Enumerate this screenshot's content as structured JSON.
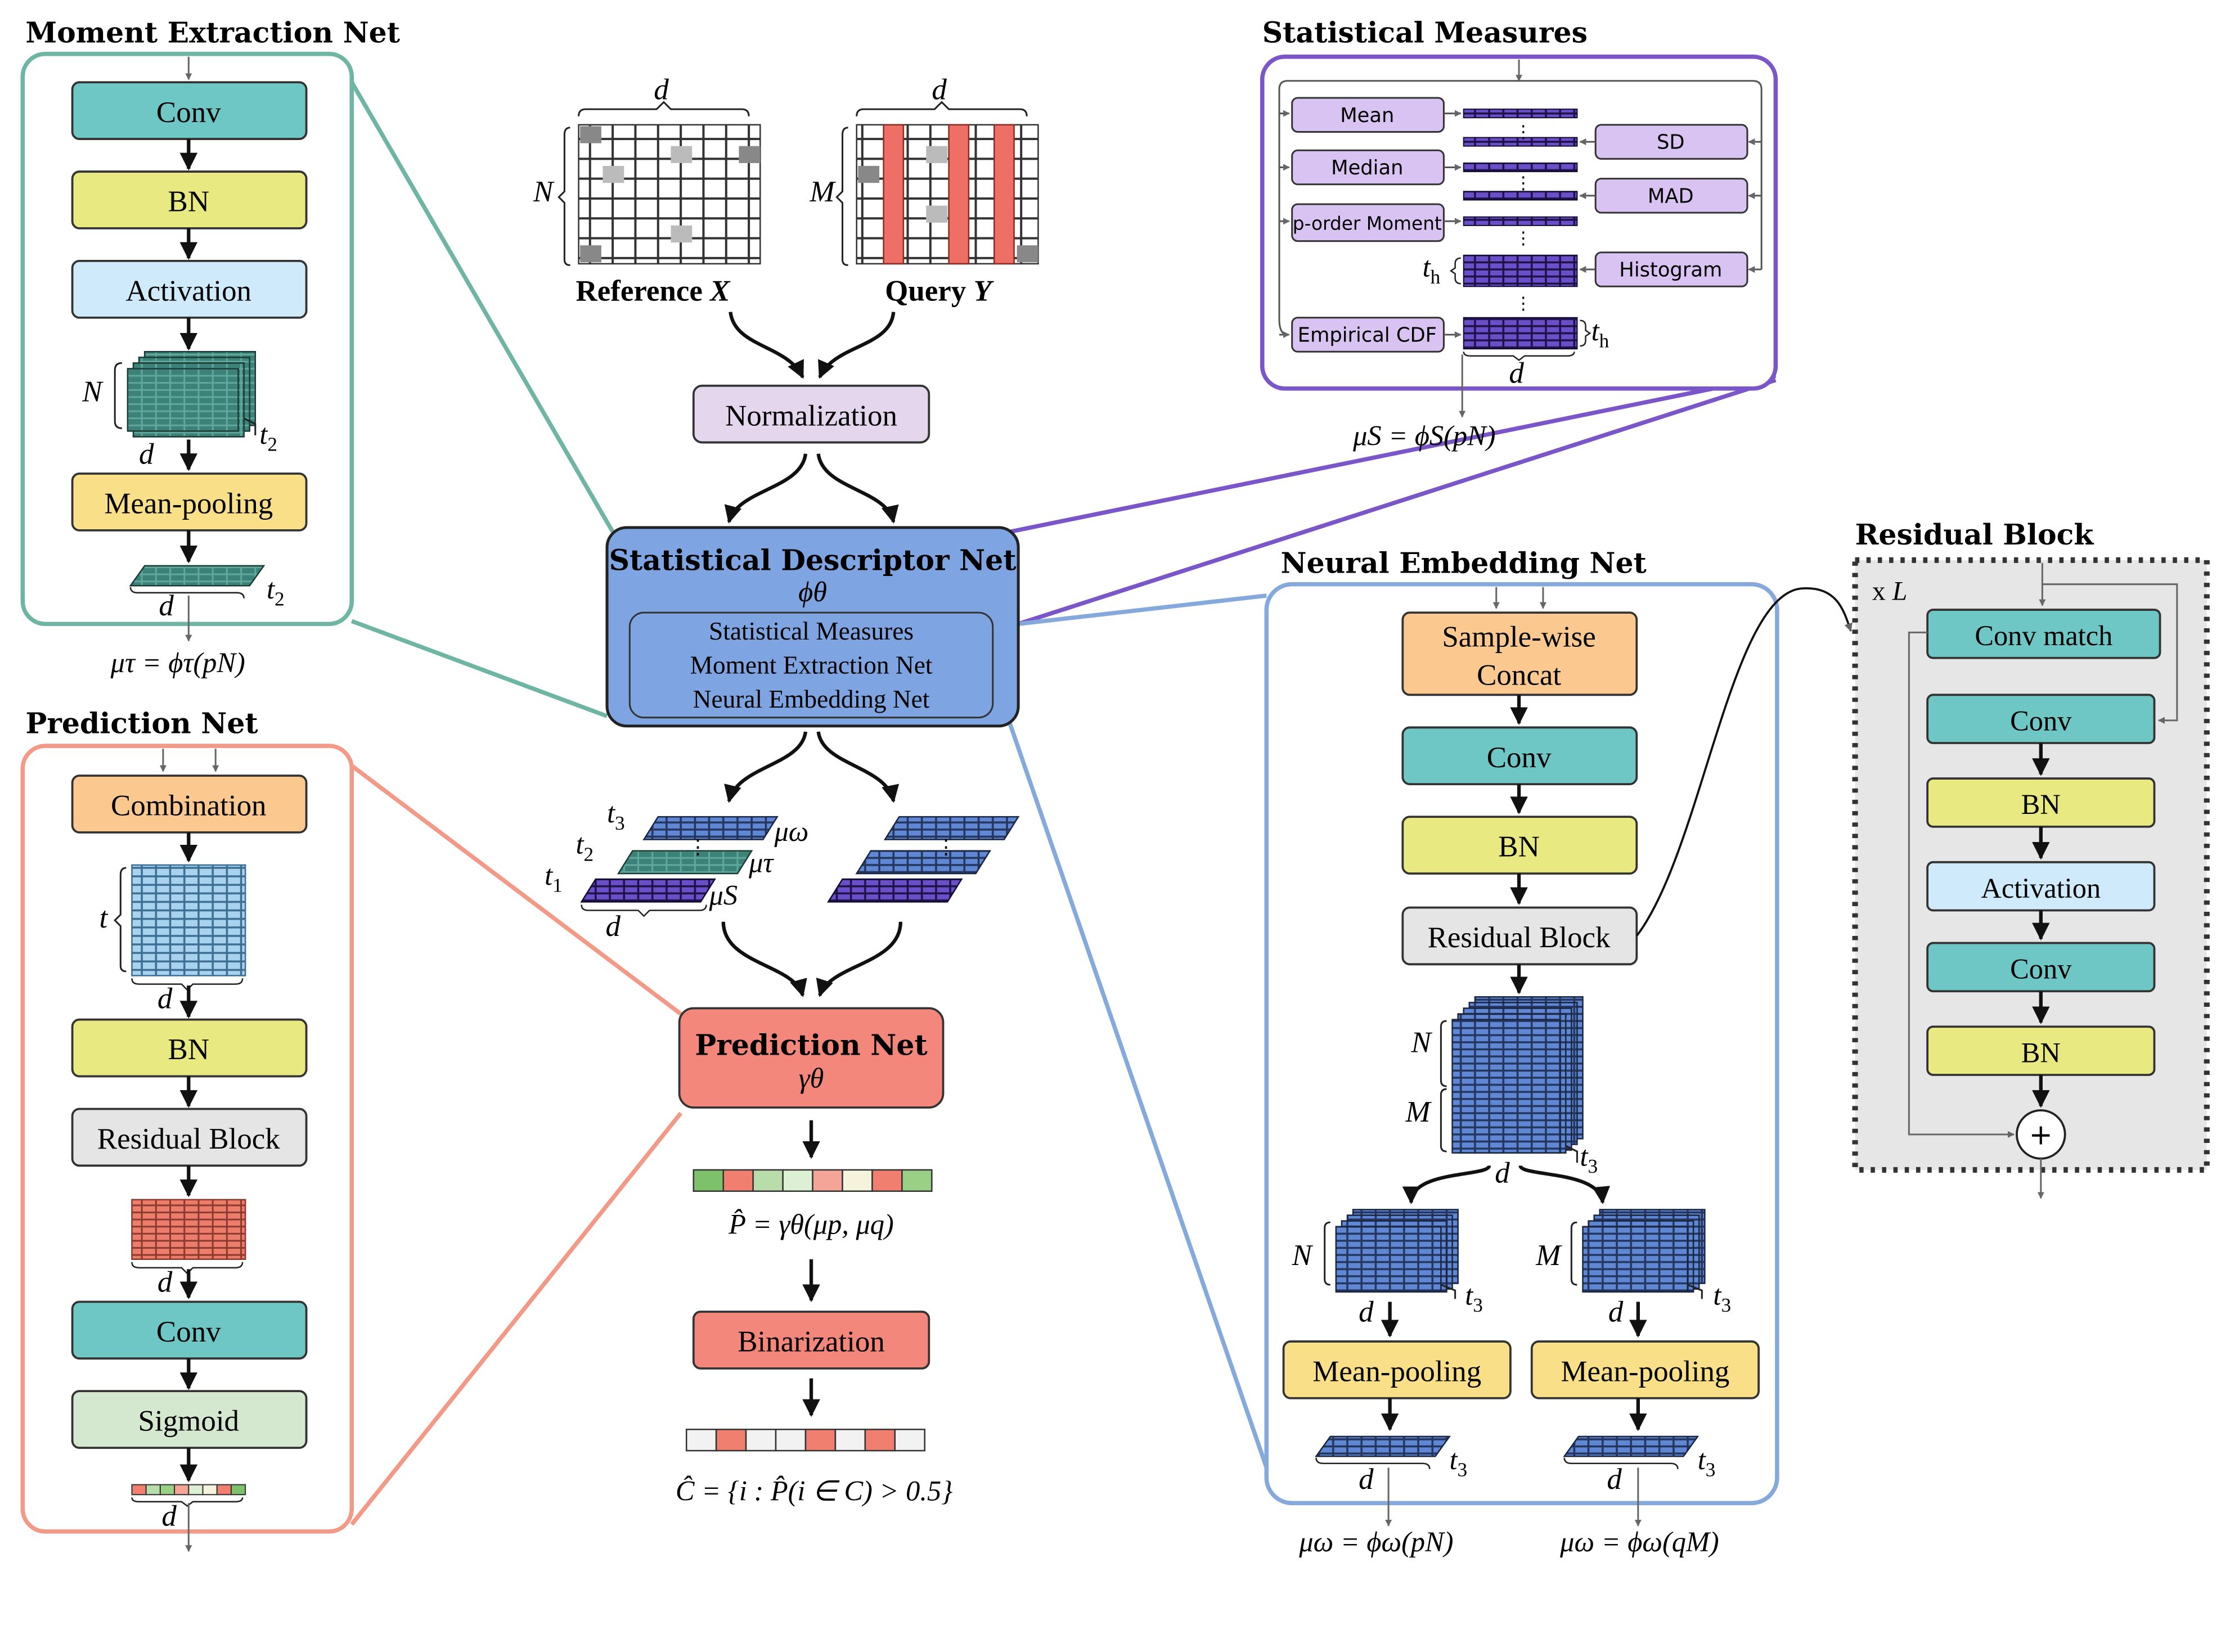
{
  "colors": {
    "teal": "#6ec7c5",
    "yellow": "#e9e982",
    "lightblue": "#cfeafb",
    "orange": "#fbc98f",
    "gold": "#f9df87",
    "gray": "#e5e5e5",
    "green": "#d4e8cf",
    "lavender": "#e4d6ed",
    "violet": "#d9c3f2",
    "blue": "#7ea4e1",
    "salmon": "#f3877b",
    "green_frame": "#6fb5a4",
    "purple_frame": "#7a56c9",
    "blue_frame": "#86a9dc",
    "red_frame": "#f29a87"
  },
  "moment": {
    "title": "Moment Extraction Net",
    "conv": "Conv",
    "bn": "BN",
    "act": "Activation",
    "pool": "Mean-pooling",
    "N": "N",
    "d1": "d",
    "t2a": "t",
    "t2a_sub": "2",
    "d2": "d",
    "t2b": "t",
    "t2b_sub": "2",
    "formula": "μτ = ϕτ(pN)"
  },
  "input": {
    "ref_d": "d",
    "ref_N": "N",
    "ref_label": "Reference",
    "ref_var": "X",
    "query_d": "d",
    "query_M": "M",
    "query_label": "Query",
    "query_var": "Y",
    "norm": "Normalization"
  },
  "sdn": {
    "title": "Statistical Descriptor Net",
    "phi": "ϕθ",
    "sub1": "Statistical Measures",
    "sub2": "Moment Extraction Net",
    "sub3": "Neural Embedding Net"
  },
  "stat": {
    "title": "Statistical Measures",
    "mean": "Mean",
    "median": "Median",
    "p_order": "p-order Moment",
    "p": "p",
    "ecdf": "Empirical CDF",
    "sd": "SD",
    "mad": "MAD",
    "hist": "Histogram",
    "th1": "t",
    "th1_sub": "h",
    "th2": "t",
    "th2_sub": "h",
    "d": "d",
    "formula": "μS = ϕS(pN)"
  },
  "emb": {
    "t3": "t",
    "t3_sub": "3",
    "mu_w": "μω",
    "t2": "t",
    "t2_sub": "2",
    "mu_t": "μτ",
    "t1": "t",
    "t1_sub": "1",
    "mu_s": "μS",
    "d": "d"
  },
  "pred_center": {
    "title": "Prediction Net",
    "gamma": "γθ",
    "formula": "P̂ = γθ(μp, μq)",
    "bin": "Binarization",
    "final": "Ĉ = {i : P̂(i ∈ C) > 0.5}"
  },
  "pred": {
    "title": "Prediction Net",
    "comb": "Combination",
    "t": "t",
    "d1": "d",
    "bn": "BN",
    "res": "Residual Block",
    "d2": "d",
    "conv": "Conv",
    "sig": "Sigmoid",
    "d3": "d"
  },
  "neural": {
    "title": "Neural Embedding Net",
    "concat1": "Sample-wise",
    "concat2": "Concat",
    "conv": "Conv",
    "bn": "BN",
    "res": "Residual Block",
    "N": "N",
    "M": "M",
    "t3a": "t",
    "t3a_sub": "3",
    "da": "d",
    "N2": "N",
    "M2": "M",
    "t3b": "t",
    "t3b_sub": "3",
    "t3c": "t",
    "t3c_sub": "3",
    "db": "d",
    "dc": "d",
    "pool_l": "Mean-pooling",
    "pool_r": "Mean-pooling",
    "t3d": "t",
    "t3d_sub": "3",
    "t3e": "t",
    "t3e_sub": "3",
    "dd": "d",
    "de": "d",
    "form_l": "μω = ϕω(pN)",
    "form_r": "μω = ϕω(qM)"
  },
  "res": {
    "title": "Residual Block",
    "xL": "x L",
    "conv_match": "Conv match",
    "conv1": "Conv",
    "bn1": "BN",
    "act": "Activation",
    "conv2": "Conv",
    "bn2": "BN",
    "plus": "+"
  }
}
